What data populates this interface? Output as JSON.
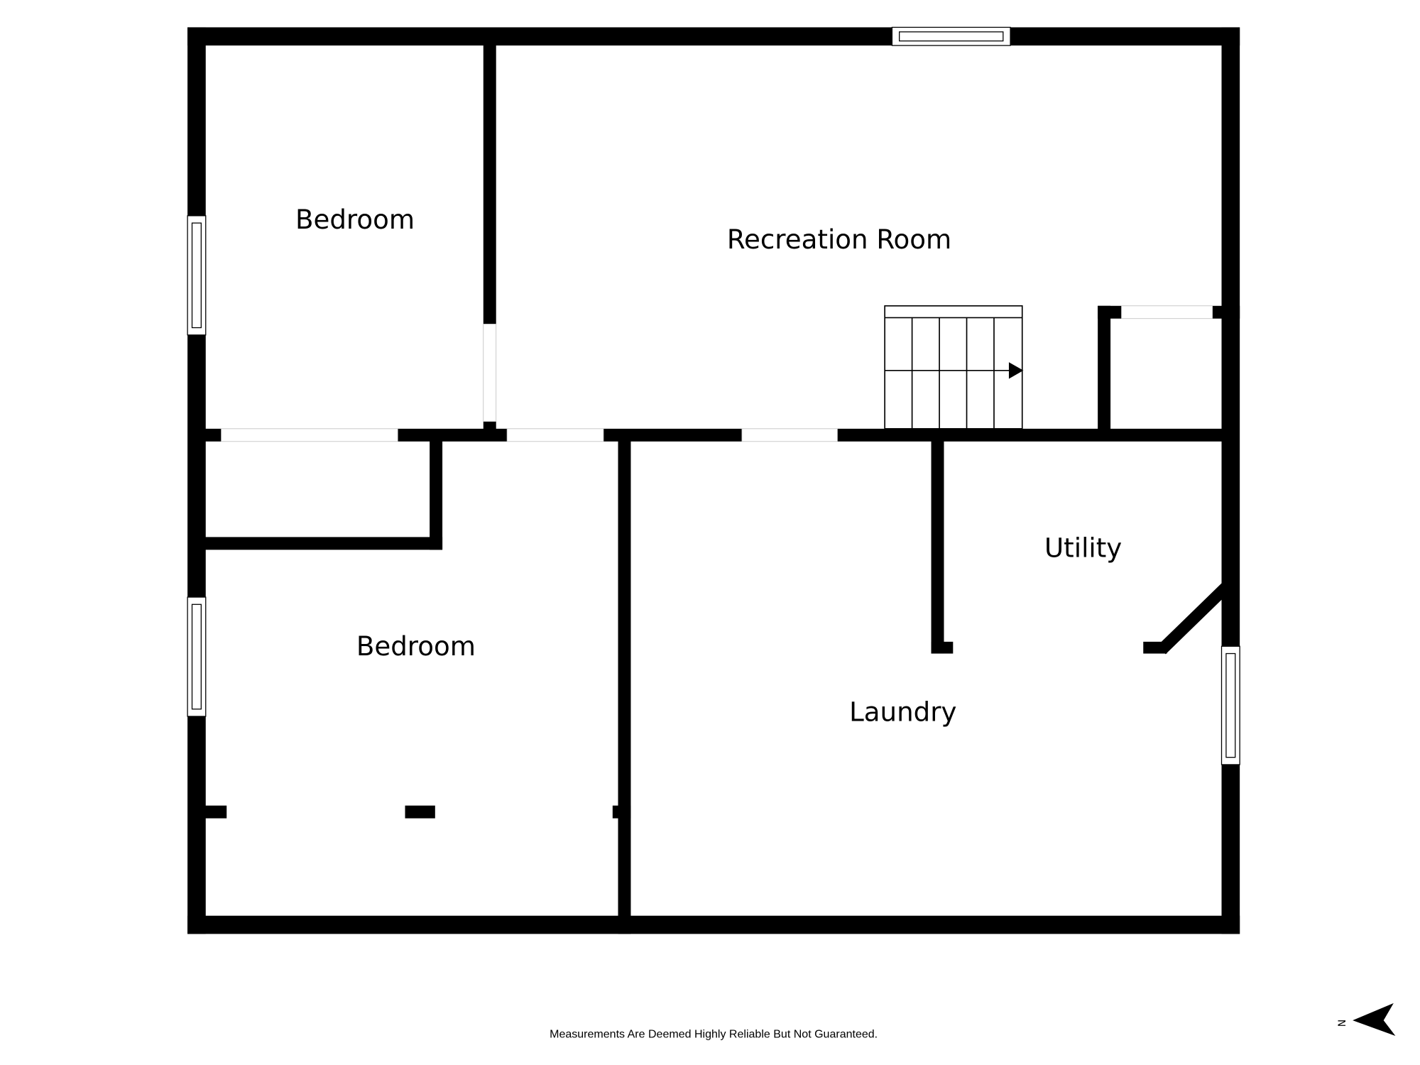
{
  "floorplan": {
    "rooms": [
      {
        "id": "bedroom-1",
        "label": "Bedroom"
      },
      {
        "id": "recreation-room",
        "label": "Recreation Room"
      },
      {
        "id": "bedroom-2",
        "label": "Bedroom"
      },
      {
        "id": "laundry",
        "label": "Laundry"
      },
      {
        "id": "utility",
        "label": "Utility"
      }
    ],
    "wall_color": "#000000",
    "background": "#ffffff"
  },
  "footer": {
    "disclaimer": "Measurements Are Deemed Highly Reliable But Not Guaranteed."
  },
  "compass": {
    "label": "N",
    "icon": "north-arrow-icon"
  }
}
